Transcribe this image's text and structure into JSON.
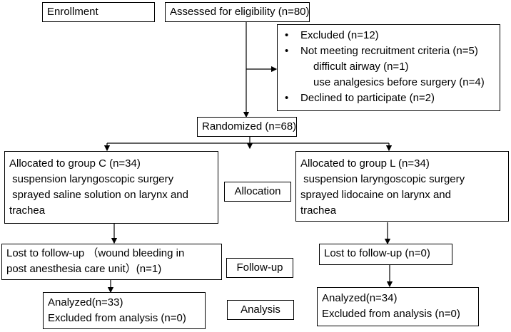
{
  "enrollment_label": "Enrollment",
  "assessed": "Assessed for eligibility (n=80)",
  "excluded_box": {
    "excluded": "Excluded (n=12)",
    "not_meeting": "Not meeting recruitment criteria (n=5)",
    "difficult_airway": "difficult airway (n=1)",
    "analgesics": "use analgesics before surgery (n=4)",
    "declined": "Declined to participate (n=2)"
  },
  "randomized": "Randomized (n=68)",
  "group_c": {
    "allocated": [
      "Allocated to group C (n=34)",
      " suspension laryngoscopic surgery",
      " sprayed saline solution on larynx and",
      "trachea"
    ],
    "lost": [
      "Lost to follow-up （wound bleeding in",
      "post anesthesia care unit）(n=1)"
    ],
    "analyzed": [
      "Analyzed(n=33)",
      "Excluded from analysis (n=0)"
    ]
  },
  "group_l": {
    "allocated": [
      "Allocated to group L (n=34)",
      " suspension laryngoscopic surgery",
      "sprayed lidocaine on larynx and",
      "trachea"
    ],
    "lost": [
      "Lost to follow-up (n=0)"
    ],
    "analyzed": [
      "Analyzed(n=34)",
      "Excluded from analysis (n=0)"
    ]
  },
  "stage_labels": {
    "allocation": "Allocation",
    "follow_up": "Follow-up",
    "analysis": "Analysis"
  }
}
